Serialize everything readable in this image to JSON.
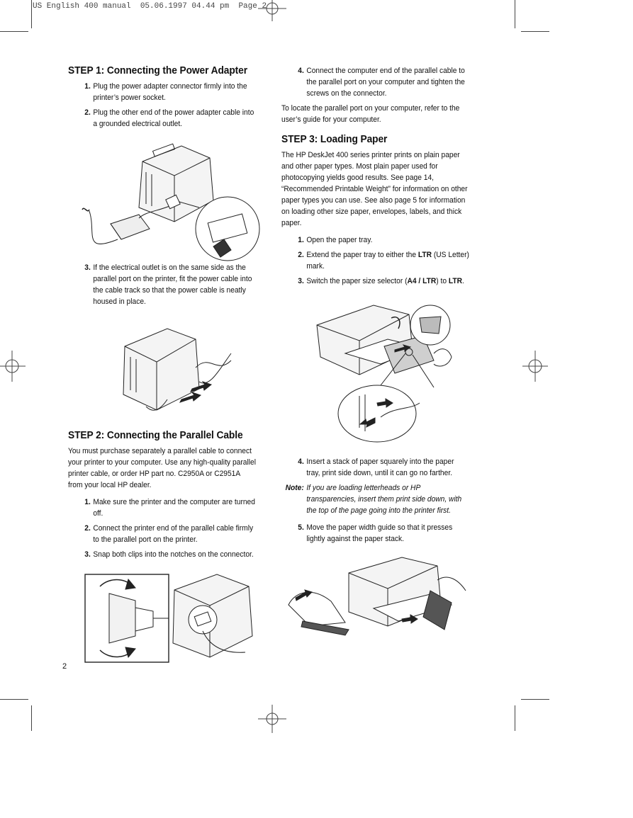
{
  "slug": "US English 400 manual  05.06.1997 04.44 pm  Page 2",
  "page_number": "2",
  "step1": {
    "heading": "STEP 1: Connecting the Power Adapter",
    "items": [
      {
        "num": "1.",
        "text": "Plug the power adapter connector firmly into the printer’s power socket."
      },
      {
        "num": "2.",
        "text": "Plug the other end of the power adapter cable into a grounded electrical outlet."
      },
      {
        "num": "3.",
        "text": "If the electrical outlet is on the same side as the parallel port on the printer, fit the power cable into the cable track so that the power cable is neatly housed in place."
      }
    ]
  },
  "step2": {
    "heading": "STEP 2: Connecting the Parallel Cable",
    "intro": "You must purchase separately a parallel cable to connect your printer to your computer. Use any high-quality parallel printer cable, or order HP part no. C2950A or C2951A from your local HP dealer.",
    "items": [
      {
        "num": "1.",
        "text": "Make sure the printer and the computer are turned off."
      },
      {
        "num": "2.",
        "text": "Connect the printer end of the parallel cable firmly to the parallel port on the printer."
      },
      {
        "num": "3.",
        "text": "Snap both clips into the notches on the connector."
      },
      {
        "num": "4.",
        "text": "Connect the computer end of the parallel cable to the parallel port on your computer and tighten the screws on the connector."
      }
    ],
    "locate": "To locate the parallel port on your computer, refer to the user’s guide for your computer."
  },
  "step3": {
    "heading": "STEP 3: Loading Paper",
    "intro": "The HP DeskJet 400 series printer prints on plain paper and other paper types. Most plain paper used for photocopying yields good results. See page 14, “Recommended Printable Weight” for information on other paper types you can use. See also page 5 for information on loading other size paper, envelopes, labels, and thick paper.",
    "item1": {
      "num": "1.",
      "text": "Open the paper tray."
    },
    "item2": {
      "num": "2.",
      "pre": "Extend the paper tray to either the ",
      "bold": "LTR",
      "post": " (US Letter) mark."
    },
    "item3": {
      "num": "3.",
      "pre": "Switch the paper size selector (",
      "bold1": "A4 / LTR",
      "mid": ") to ",
      "bold2": "LTR",
      "post": "."
    },
    "item4": {
      "num": "4.",
      "text": "Insert a stack of paper squarely into the paper tray, print side down, until it can go no farther."
    },
    "note_label": "Note:",
    "note_text": "If you are loading letterheads or HP transparencies, insert them print side down, with the top of the page going into the printer first.",
    "item5": {
      "num": "5.",
      "text": "Move the paper width guide so that it presses lightly against the paper stack."
    }
  }
}
